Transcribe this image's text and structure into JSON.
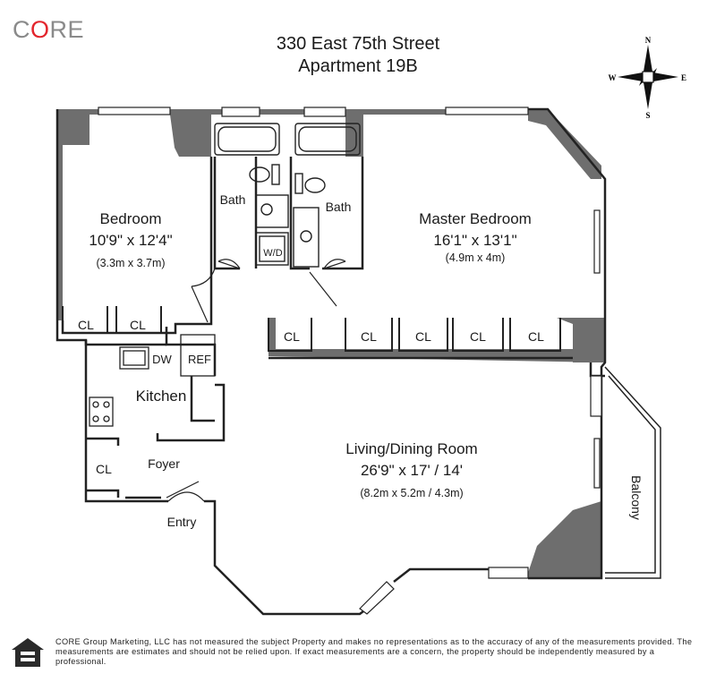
{
  "brand": {
    "logo_pre": "C",
    "logo_o": "O",
    "logo_post": "RE",
    "accent": "#e3262d"
  },
  "title": {
    "line1": "330 East 75th Street",
    "line2": "Apartment 19B"
  },
  "compass": {
    "n": "N",
    "s": "S",
    "e": "E",
    "w": "W"
  },
  "rooms": {
    "bedroom": {
      "name": "Bedroom",
      "dims": "10'9\" x 12'4\"",
      "metric": "(3.3m x 3.7m)"
    },
    "master": {
      "name": "Master Bedroom",
      "dims": "16'1\" x 13'1\"",
      "metric": "(4.9m x 4m)"
    },
    "living": {
      "name": "Living/Dining Room",
      "dims": "26'9\" x 17' / 14'",
      "metric": "(8.2m x 5.2m / 4.3m)"
    },
    "kitchen": {
      "name": "Kitchen"
    },
    "bath1": "Bath",
    "bath2": "Bath",
    "wd": "W/D",
    "dw": "DW",
    "ref": "REF",
    "closet": "CL",
    "foyer": "Foyer",
    "entry": "Entry",
    "balcony": "Balcony"
  },
  "colors": {
    "wall": "#6e6e6e",
    "line": "#222222"
  },
  "disclaimer": "CORE Group Marketing, LLC has not measured the subject Property and makes no representations as to the accuracy of any of the measurements provided. The measurements are estimates and should not be relied upon. If exact measurements are a concern, the property should be independently measured by a professional."
}
